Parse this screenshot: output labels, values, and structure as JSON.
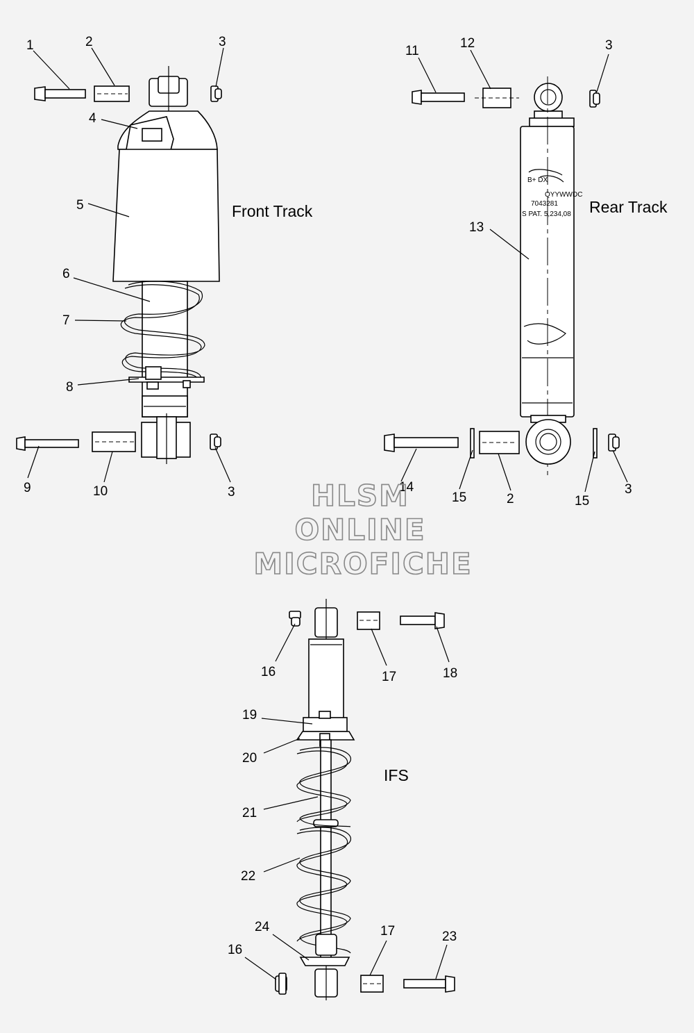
{
  "sections": {
    "front": "Front Track",
    "rear": "Rear Track",
    "ifs": "IFS"
  },
  "watermark": [
    "HLSM",
    "ONLINE",
    "MICROFICHE"
  ],
  "shock_label": [
    "QYYWWDC",
    "7043281",
    "S PAT. 5,234,08"
  ],
  "callouts": {
    "c1": "1",
    "c2a": "2",
    "c3a": "3",
    "c4": "4",
    "c5": "5",
    "c6": "6",
    "c7": "7",
    "c8": "8",
    "c9": "9",
    "c10": "10",
    "c3b": "3",
    "c11": "11",
    "c12": "12",
    "c3c": "3",
    "c13": "13",
    "c14": "14",
    "c15a": "15",
    "c2b": "2",
    "c15b": "15",
    "c3d": "3",
    "c16a": "16",
    "c17a": "17",
    "c18": "18",
    "c19": "19",
    "c20": "20",
    "c21": "21",
    "c22": "22",
    "c24": "24",
    "c16b": "16",
    "c17b": "17",
    "c23": "23"
  }
}
